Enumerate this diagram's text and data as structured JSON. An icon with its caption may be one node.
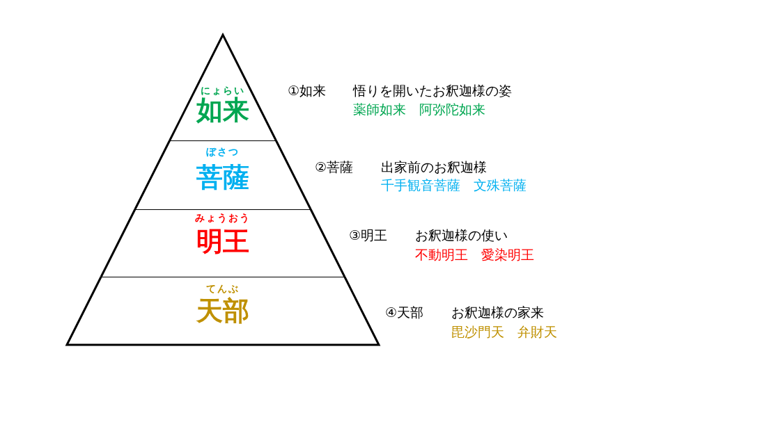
{
  "diagram": {
    "nodes": [
      {
        "text": [
          "にょらい",
          "如来"
        ],
        "beside": [
          "①如来",
          "悟りを開いたお釈迦様の姿",
          "薬師如来　阿弥陀如来"
        ]
      },
      {
        "text": [
          "ぼさつ",
          "菩薩"
        ],
        "beside": [
          "②菩薩",
          "出家前のお釈迦様",
          "千手観音菩薩　文殊菩薩"
        ]
      },
      {
        "text": [
          "みょうおう",
          "明王"
        ],
        "beside": [
          "③明王",
          "お釈迦様の使い",
          "不動明王　愛染明王"
        ]
      },
      {
        "text": [
          "てんぶ",
          "天部"
        ],
        "beside": [
          "④天部",
          "お釈迦様の家来",
          "毘沙門天　弁財天"
        ]
      }
    ]
  }
}
